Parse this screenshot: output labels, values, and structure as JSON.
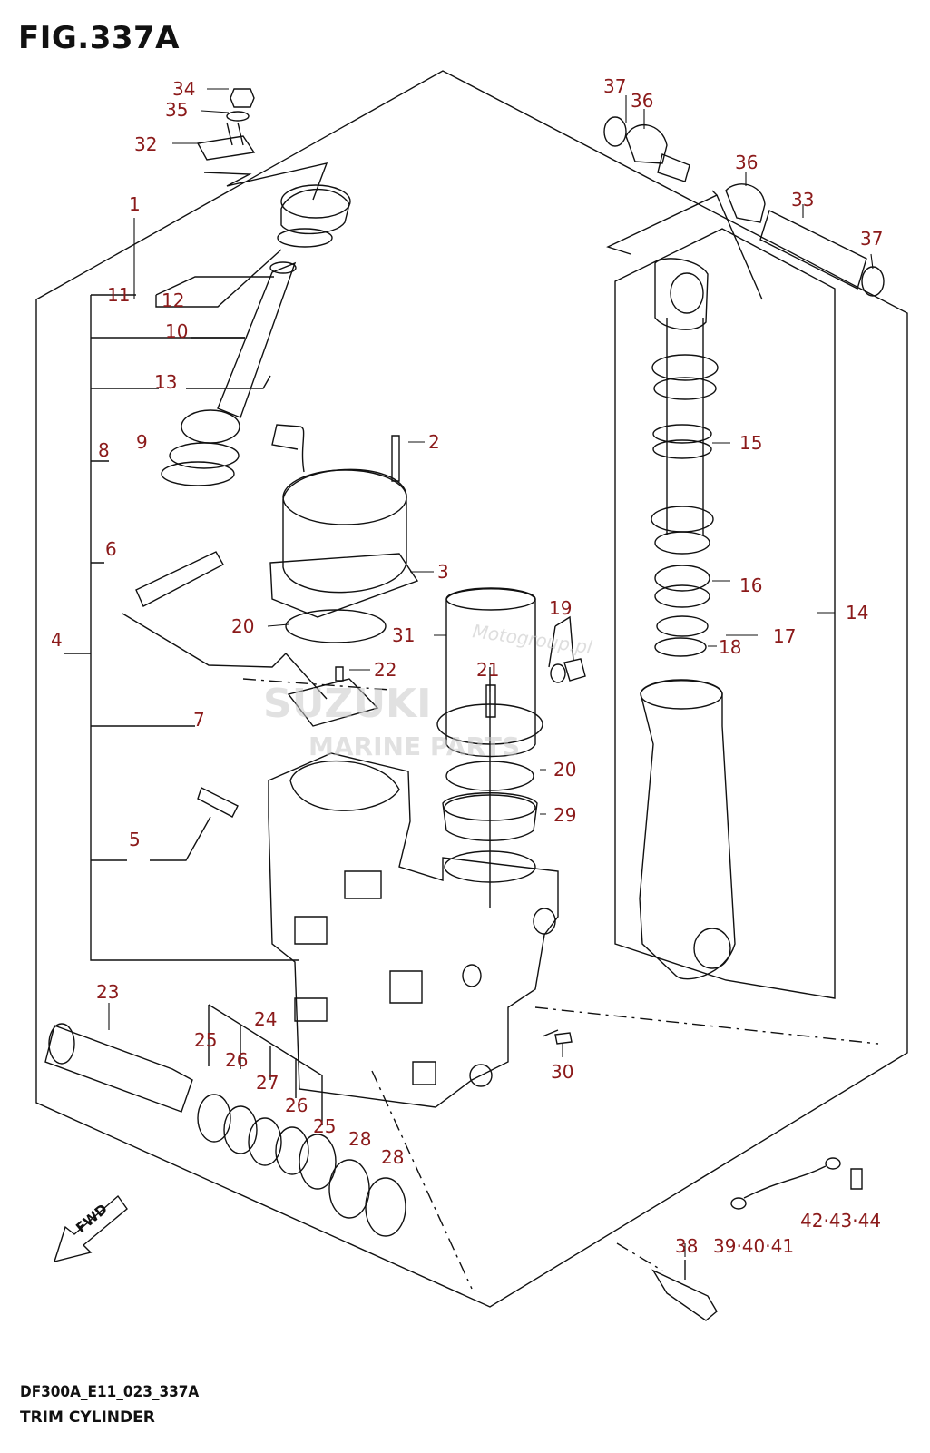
{
  "figure": {
    "title": "FIG.337A",
    "code": "DF300A_E11_023_337A",
    "name": "TRIM CYLINDER"
  },
  "fwd_label": "FWD",
  "watermarks": {
    "brand": "SUZUKI",
    "sub": "MARINE PARTS",
    "site": "Motogroup.pl"
  },
  "callouts": [
    "34",
    "35",
    "32",
    "1",
    "11",
    "12",
    "10",
    "13",
    "9",
    "8",
    "6",
    "4",
    "7",
    "5",
    "2",
    "3",
    "20",
    "22",
    "31",
    "19",
    "21",
    "20",
    "29",
    "37",
    "36",
    "36",
    "33",
    "37",
    "15",
    "16",
    "17",
    "18",
    "14",
    "23",
    "24",
    "25",
    "26",
    "27",
    "26",
    "25",
    "28",
    "28",
    "30",
    "38",
    "39·40·41",
    "42·43·44"
  ]
}
